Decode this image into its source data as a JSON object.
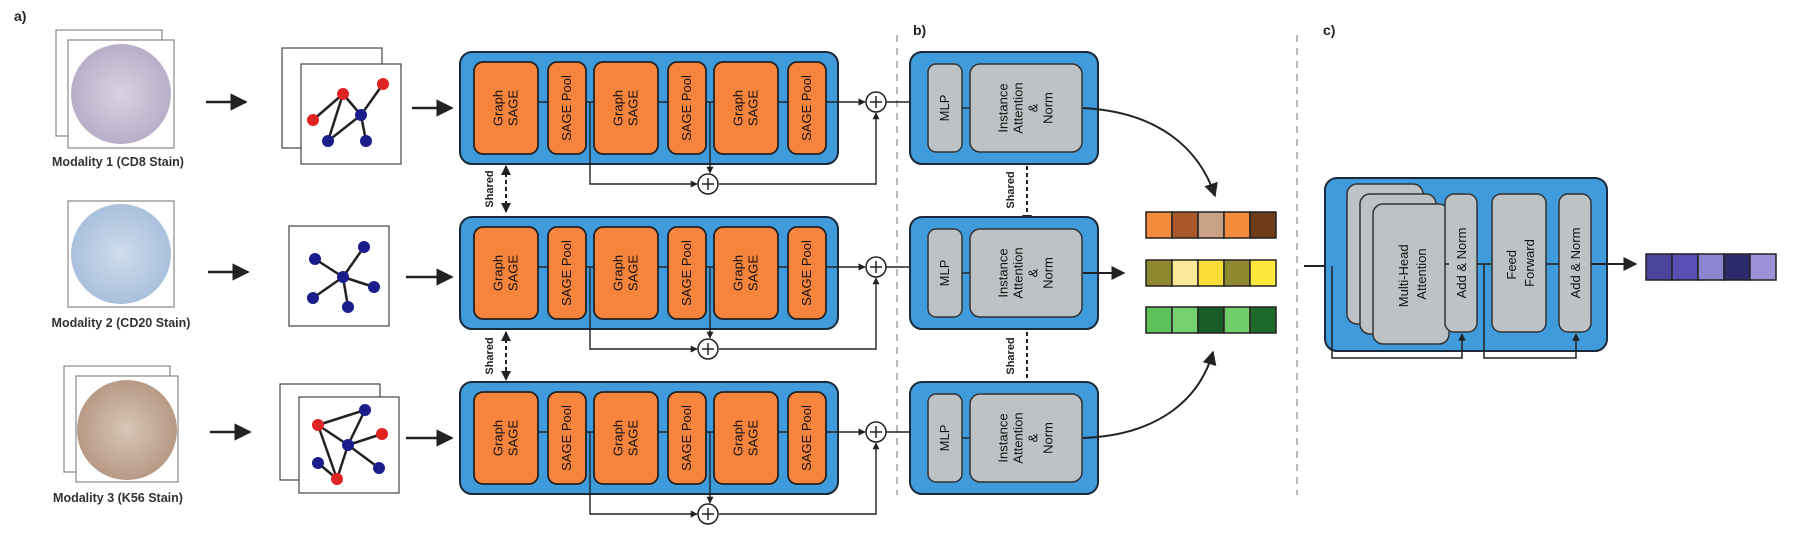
{
  "panels": {
    "a": "a)",
    "b": "b)",
    "c": "c)"
  },
  "modalities": [
    {
      "label": "Modality 1 (CD8 Stain)"
    },
    {
      "label": "Modality 2 (CD20 Stain)"
    },
    {
      "label": "Modality 3 (K56 Stain)"
    }
  ],
  "gnn_blocks": {
    "graph_sage": [
      "Graph",
      "SAGE"
    ],
    "sage_pool": "SAGE Pool"
  },
  "shared_label": "Shared",
  "attention_module": {
    "mlp": "MLP",
    "instance": [
      "Instance",
      "Attention",
      "&",
      "Norm"
    ]
  },
  "transformer": {
    "mha": [
      "Multi-Head",
      "Attention"
    ],
    "add_norm": "Add & Norm",
    "ff": [
      "Feed",
      "Forward"
    ]
  },
  "colors": {
    "blue": "#3f9bdc",
    "orange": "#f6843c",
    "gray": "#bdc2c4",
    "node_red": "#e02323",
    "node_blue": "#1a1d8a",
    "emb_row1": [
      "#f48a3c",
      "#a9582a",
      "#c9a184",
      "#f48a3c",
      "#6e3c16"
    ],
    "emb_row2": [
      "#8f8a30",
      "#fde89a",
      "#fbdd3a",
      "#8f8a30",
      "#fce93b"
    ],
    "emb_row3": [
      "#5ec25a",
      "#75d070",
      "#175d25",
      "#70cf6b",
      "#1e6a2a"
    ],
    "output": [
      "#4b449c",
      "#5a4fb4",
      "#8c86d0",
      "#2c2a6a",
      "#9a91d6"
    ]
  },
  "icons": [
    "tissue-core-icon",
    "graph-icon",
    "plus-circle-icon",
    "arrow-icon"
  ]
}
